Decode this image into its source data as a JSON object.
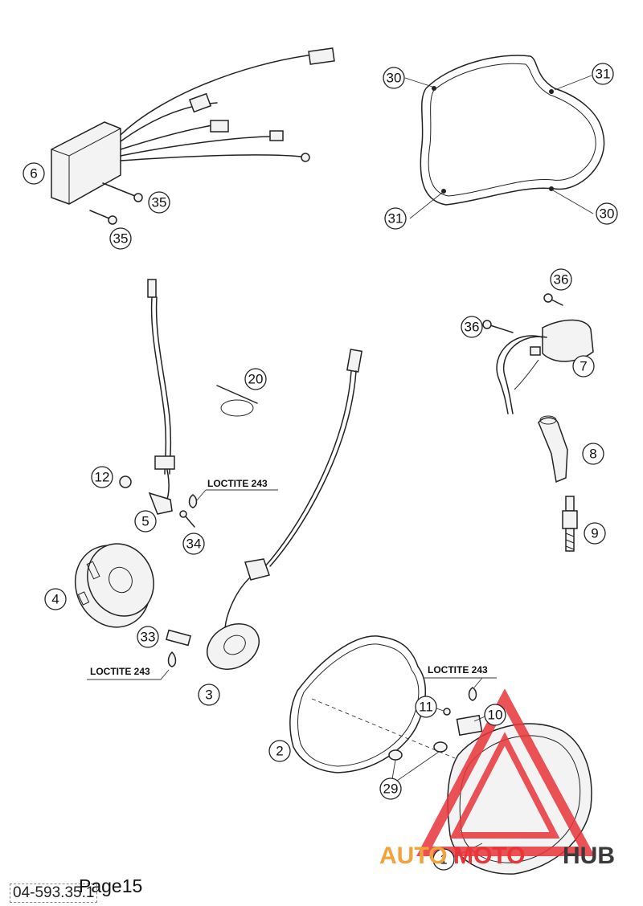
{
  "diagram": {
    "callouts": {
      "c1": "1",
      "c2": "2",
      "c3": "3",
      "c4": "4",
      "c5": "5",
      "c6": "6",
      "c7": "7",
      "c8": "8",
      "c9": "9",
      "c10": "10",
      "c11": "11",
      "c12": "12",
      "c20": "20",
      "c29": "29",
      "c30a": "30",
      "c30b": "30",
      "c31a": "31",
      "c31b": "31",
      "c33": "33",
      "c34": "34",
      "c35a": "35",
      "c35b": "35",
      "c36a": "36",
      "c36b": "36"
    },
    "notes": {
      "loctite_a": "LOCTITE 243",
      "loctite_b": "LOCTITE 243",
      "loctite_c": "LOCTITE 243"
    }
  },
  "footer": {
    "doc_code": "04-593.35.1",
    "page_label": "Page15"
  },
  "watermark": {
    "part1": "AUTO",
    "part2": "MOTO",
    "part3": "HUB",
    "color_red": "#e8353a",
    "color_orange": "#f2a23a",
    "color_dark": "#3a3a3a"
  }
}
